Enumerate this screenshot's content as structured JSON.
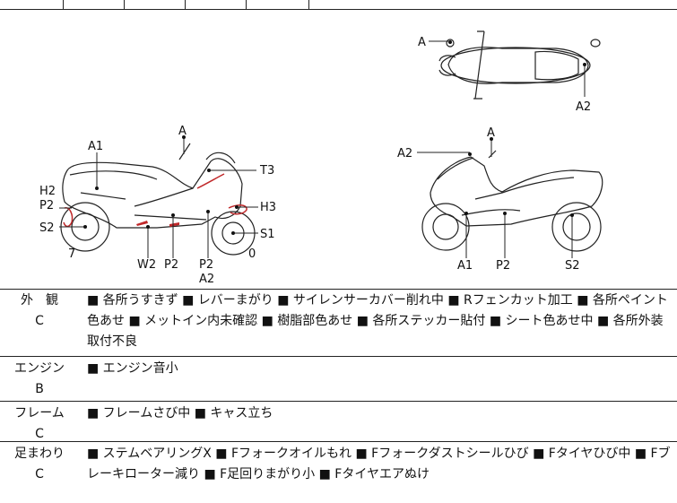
{
  "diagram": {
    "left_labels": {
      "A": "A",
      "A1": "A1",
      "T3": "T3",
      "H2": "H2",
      "P2_left": "P2",
      "H3": "H3",
      "S2": "S2",
      "S1": "S1",
      "num7": "7",
      "W2": "W2",
      "P2_mid": "P2",
      "P2_bottom": "P2",
      "A2_bottom": "A2",
      "num0": "0"
    },
    "top_labels": {
      "A": "A",
      "A2": "A2"
    },
    "right_labels": {
      "A2": "A2",
      "A": "A",
      "A1": "A1",
      "P2": "P2",
      "S2": "S2"
    }
  },
  "rows": [
    {
      "label": "外　観",
      "grade": "C",
      "text": "■ 各所うすきず ■ レバーまがり ■ サイレンサーカバー削れ中 ■ Rフェンカット加工 ■ 各所ペイント色あせ ■ メットイン内未確認 ■ 樹脂部色あせ ■ 各所ステッカー貼付 ■ シート色あせ中 ■ 各所外装取付不良"
    },
    {
      "label": "エンジン",
      "grade": "B",
      "text": "■ エンジン音小"
    },
    {
      "label": "フレーム",
      "grade": "C",
      "text": "■ フレームさび中 ■ キャス立ち"
    },
    {
      "label": "足まわり",
      "grade": "C",
      "text": "■ ステムベアリングX ■ Fフォークオイルもれ ■ Fフォークダストシールひび ■ Fタイヤひび中 ■ Fブレーキローター減り ■ F足回りまがり小 ■ Fタイヤエアぬけ"
    }
  ]
}
